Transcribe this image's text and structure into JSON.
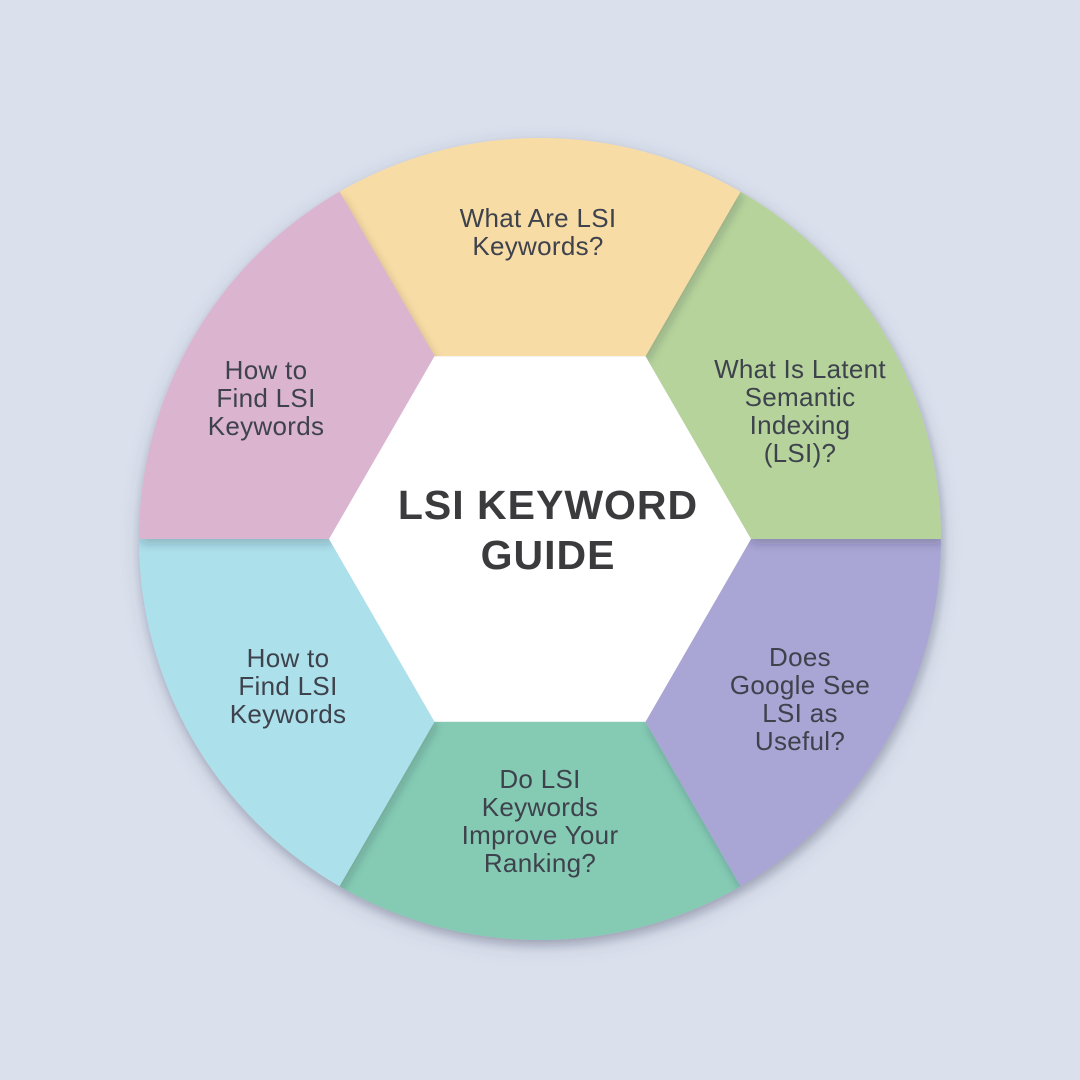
{
  "background_color": "#DBE1EC",
  "center": {
    "title_lines": [
      "LSI KEYWORD",
      "GUIDE"
    ],
    "fill": "#FFFFFF",
    "title_color": "#3B3B3D"
  },
  "label_text_color": "#3E424C",
  "segments": [
    {
      "position": "top",
      "color": "#F8DCA6",
      "label_lines": [
        "What Are LSI",
        "Keywords?"
      ]
    },
    {
      "position": "top-right",
      "color": "#B5D39B",
      "label_lines": [
        "What Is Latent",
        "Semantic",
        "Indexing",
        "(LSI)?"
      ]
    },
    {
      "position": "bottom-right",
      "color": "#A9A5D5",
      "label_lines": [
        "Does",
        "Google See",
        "LSI as",
        "Useful?"
      ]
    },
    {
      "position": "bottom",
      "color": "#85CBB4",
      "label_lines": [
        "Do LSI",
        "Keywords",
        "Improve Your",
        "Ranking?"
      ]
    },
    {
      "position": "bottom-left",
      "color": "#ACE0EB",
      "label_lines": [
        "How to",
        "Find LSI",
        "Keywords"
      ]
    },
    {
      "position": "top-left",
      "color": "#DBB4D0",
      "label_lines": [
        "How to",
        "Find LSI",
        "Keywords"
      ]
    }
  ]
}
